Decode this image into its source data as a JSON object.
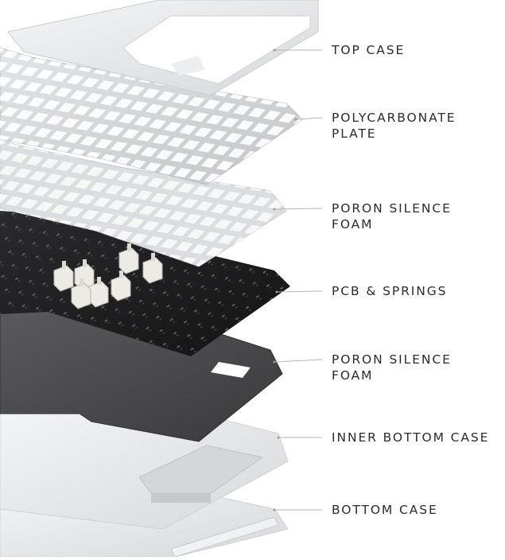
{
  "colors": {
    "background": "#ffffff",
    "label_text": "#2b2b2b",
    "leader_line": "#b5b5b5",
    "aluminum": "#e7e8ea",
    "plate": "#d3d4d7",
    "foam": "#dedfe1",
    "pcb": "#1f1f21",
    "foam_dark": "#4a4a4c"
  },
  "layers": [
    {
      "name": "top-case",
      "lines": [
        "TOP CASE"
      ]
    },
    {
      "name": "polycarbonate-plate",
      "lines": [
        "POLYCARBONATE",
        "PLATE"
      ]
    },
    {
      "name": "poron-silence-foam-upper",
      "lines": [
        "PORON SILENCE",
        "FOAM"
      ]
    },
    {
      "name": "pcb-and-springs",
      "lines": [
        "PCB & SPRINGS"
      ]
    },
    {
      "name": "poron-silence-foam-lower",
      "lines": [
        "PORON SILENCE",
        "FOAM"
      ]
    },
    {
      "name": "inner-bottom-case",
      "lines": [
        "INNER BOTTOM CASE"
      ]
    },
    {
      "name": "bottom-case",
      "lines": [
        "BOTTOM CASE"
      ]
    }
  ]
}
